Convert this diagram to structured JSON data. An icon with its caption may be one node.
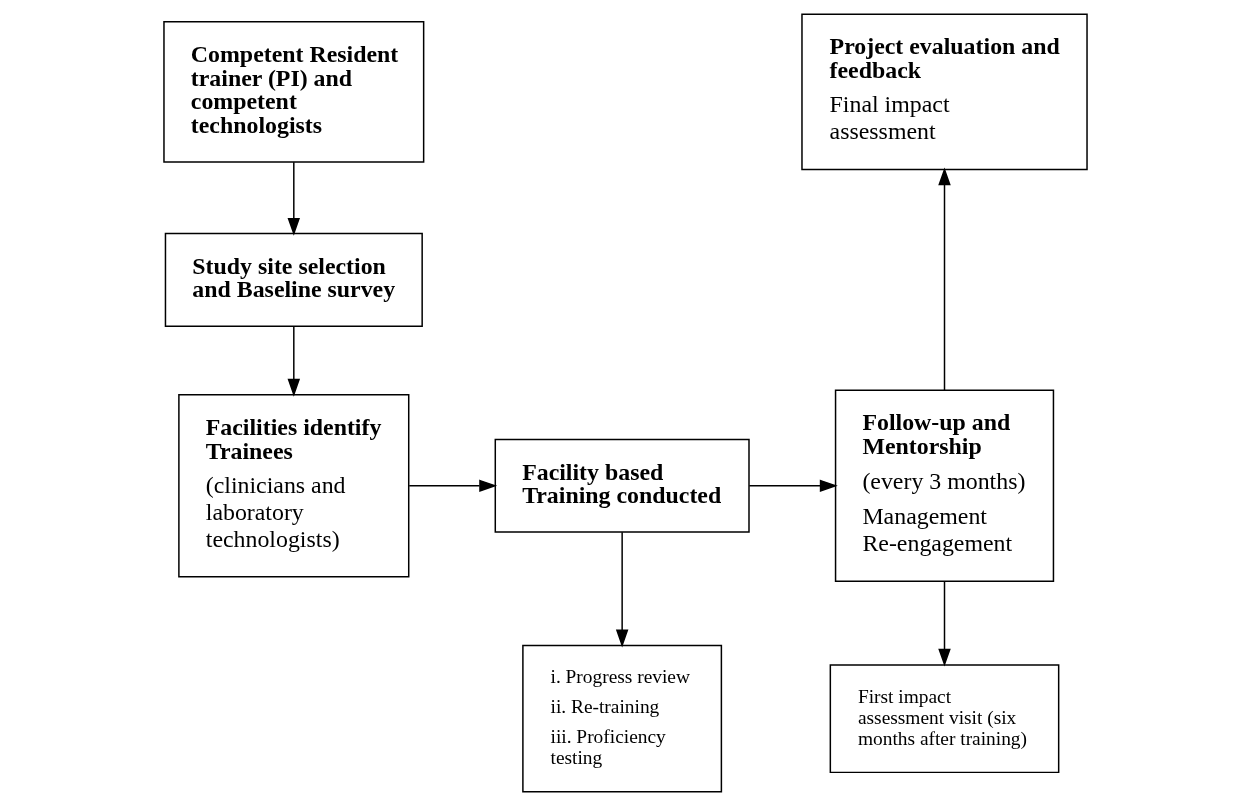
{
  "diagram": {
    "nodes": [
      {
        "text": [
          "Competent Resident trainer (PI) and competent technologists"
        ]
      },
      {
        "text": [
          "Study site selection and Baseline survey"
        ]
      },
      {
        "text": [
          "Facilities identify Trainees",
          "(clinicians and laboratory technologists)"
        ]
      },
      {
        "text": [
          "Facility based Training conducted"
        ]
      },
      {
        "text": [
          "i. Progress review",
          "ii. Re-training",
          "iii. Proficiency testing"
        ]
      },
      {
        "text": [
          "Follow-up and Mentorship",
          "(every 3 months)",
          "Management Re-engagement"
        ]
      },
      {
        "text": [
          "First impact assessment visit (six months after training)"
        ]
      },
      {
        "text": [
          "Project evaluation and feedback",
          "Final impact assessment"
        ]
      }
    ],
    "edges": [
      {
        "from": 0,
        "to": 1,
        "arrow": "to"
      },
      {
        "from": 1,
        "to": 2,
        "arrow": "to"
      },
      {
        "from": 2,
        "to": 3,
        "arrow": "to"
      },
      {
        "from": 3,
        "to": 5,
        "arrow": "to"
      },
      {
        "from": 3,
        "to": 4,
        "arrow": "to"
      },
      {
        "from": 5,
        "to": 7,
        "arrow": "to"
      },
      {
        "from": 5,
        "to": 6,
        "arrow": "to"
      }
    ]
  }
}
